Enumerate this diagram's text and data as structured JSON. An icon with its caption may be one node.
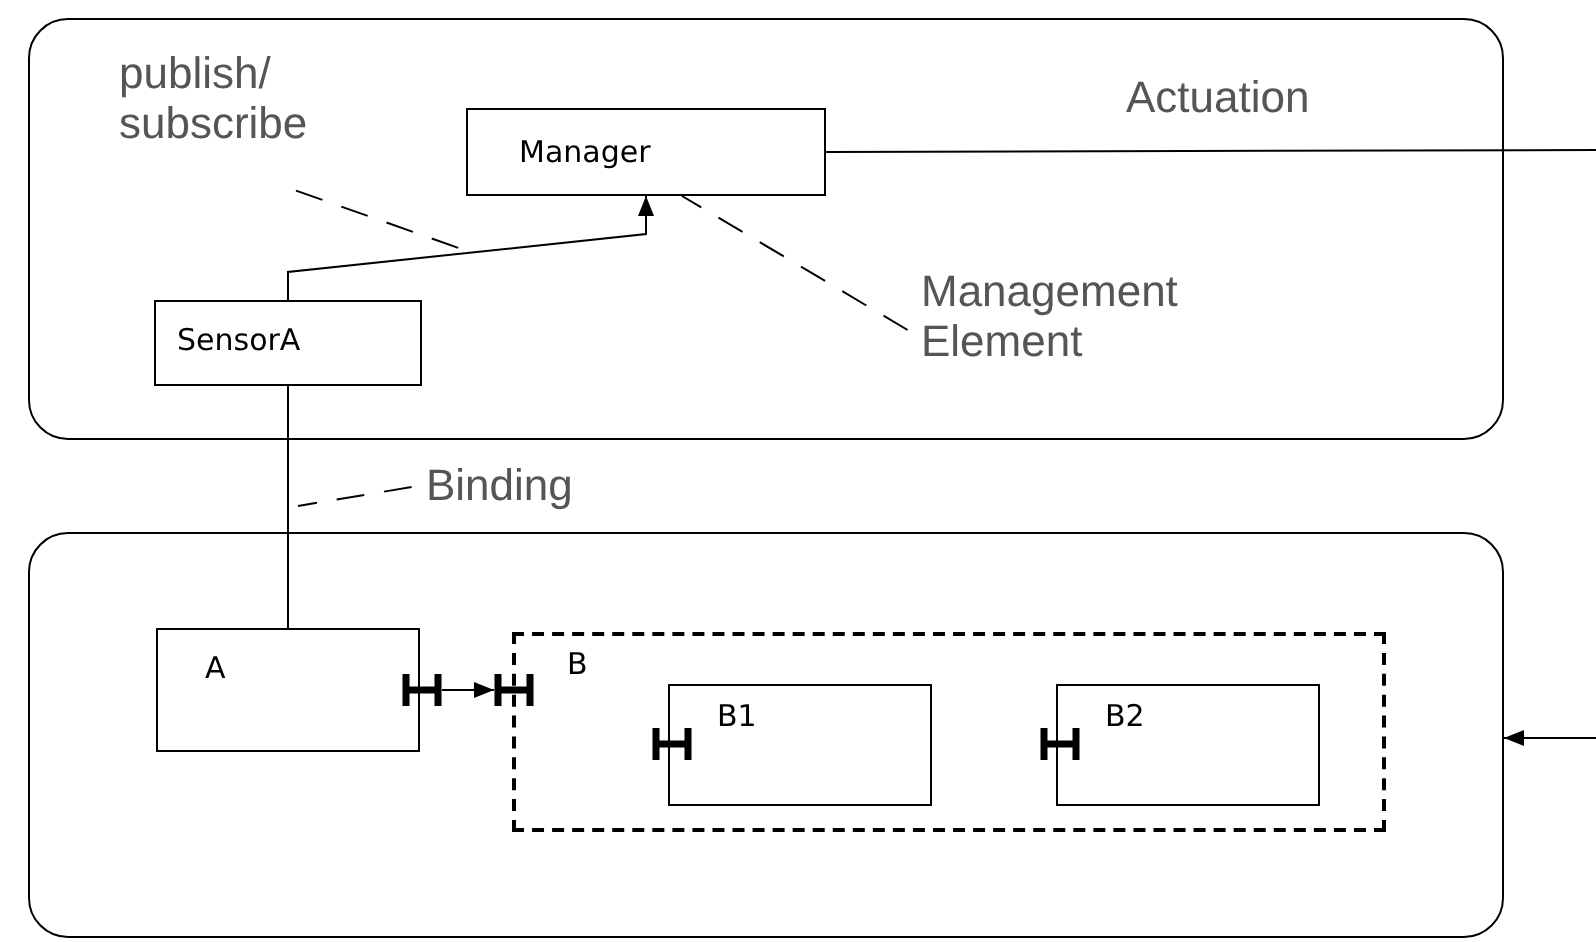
{
  "diagram": {
    "nodes": [
      {
        "text": [],
        "shape": "box"
      },
      {
        "text": [
          "publish/ subscribe"
        ],
        "in": 0
      },
      {
        "text": [
          "Manager"
        ],
        "in": 0
      },
      {
        "text": [
          "SensorA"
        ],
        "in": 0
      },
      {
        "text": [
          "Management Element"
        ],
        "in": 0
      },
      {
        "text": [
          "Binding"
        ]
      },
      {
        "text": [],
        "shape": "box"
      },
      {
        "text": [
          "A"
        ],
        "in": 6
      },
      {
        "text": [
          "B"
        ],
        "in": 6
      },
      {
        "text": [
          "B1"
        ],
        "in": 8
      },
      {
        "text": [
          "B2"
        ],
        "in": 8
      },
      {
        "text": [],
        "shape": "bar",
        "in": 6
      },
      {
        "text": [],
        "shape": "bar",
        "in": 6
      },
      {
        "text": [],
        "shape": "bar",
        "in": 8
      },
      {
        "text": [],
        "shape": "bar",
        "in": 8
      }
    ],
    "edges": [
      {
        "from": 3,
        "to": 2,
        "arrow": "to"
      },
      {
        "from": 2,
        "to": null,
        "arrow": "none",
        "label": "Actuation"
      },
      {
        "from": 3,
        "to": 7,
        "arrow": "none"
      },
      {
        "from": 1,
        "to": null,
        "arrow": "none",
        "style": "dashed"
      },
      {
        "from": 4,
        "to": 2,
        "arrow": "none",
        "style": "dashed"
      },
      {
        "from": 5,
        "to": null,
        "arrow": "none",
        "style": "dashed"
      },
      {
        "from": 11,
        "to": 12,
        "arrow": "to"
      },
      {
        "from": null,
        "to": 6,
        "arrow": "to"
      }
    ]
  }
}
